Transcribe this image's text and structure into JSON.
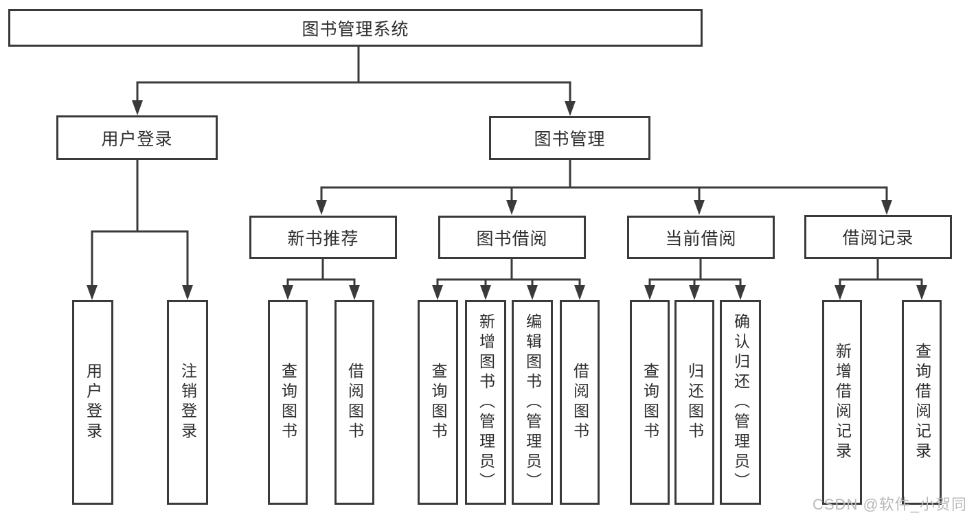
{
  "diagram": {
    "root": {
      "label": "图书管理系统"
    },
    "level2": [
      {
        "label": "用户登录"
      },
      {
        "label": "图书管理"
      }
    ],
    "level3": [
      {
        "label": "新书推荐"
      },
      {
        "label": "图书借阅"
      },
      {
        "label": "当前借阅"
      },
      {
        "label": "借阅记录"
      }
    ],
    "leaves": {
      "user": [
        "用户登录",
        "注销登录"
      ],
      "recommend": [
        "查询图书",
        "借阅图书"
      ],
      "borrow": [
        "查询图书",
        "新增图书（管理员）",
        "编辑图书（管理员）",
        "借阅图书"
      ],
      "current": [
        "查询图书",
        "归还图书",
        "确认归还（管理员）"
      ],
      "records": [
        "新增借阅记录",
        "查询借阅记录"
      ]
    }
  },
  "watermark": {
    "text": "CSDN @软件_小贺同学"
  },
  "colors": {
    "line": "#3a3a3a",
    "text": "#2e2e2e",
    "watermark": "#b9b9b9",
    "background": "#ffffff"
  }
}
